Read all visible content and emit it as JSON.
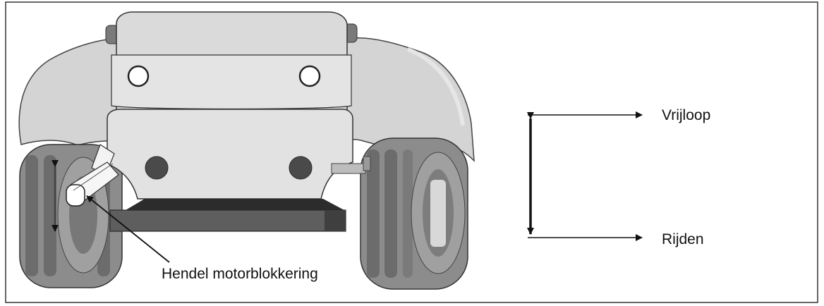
{
  "labels": {
    "lever": "Hendel motorblokkering",
    "freewheel": "Vrijloop",
    "drive": "Rijden"
  }
}
